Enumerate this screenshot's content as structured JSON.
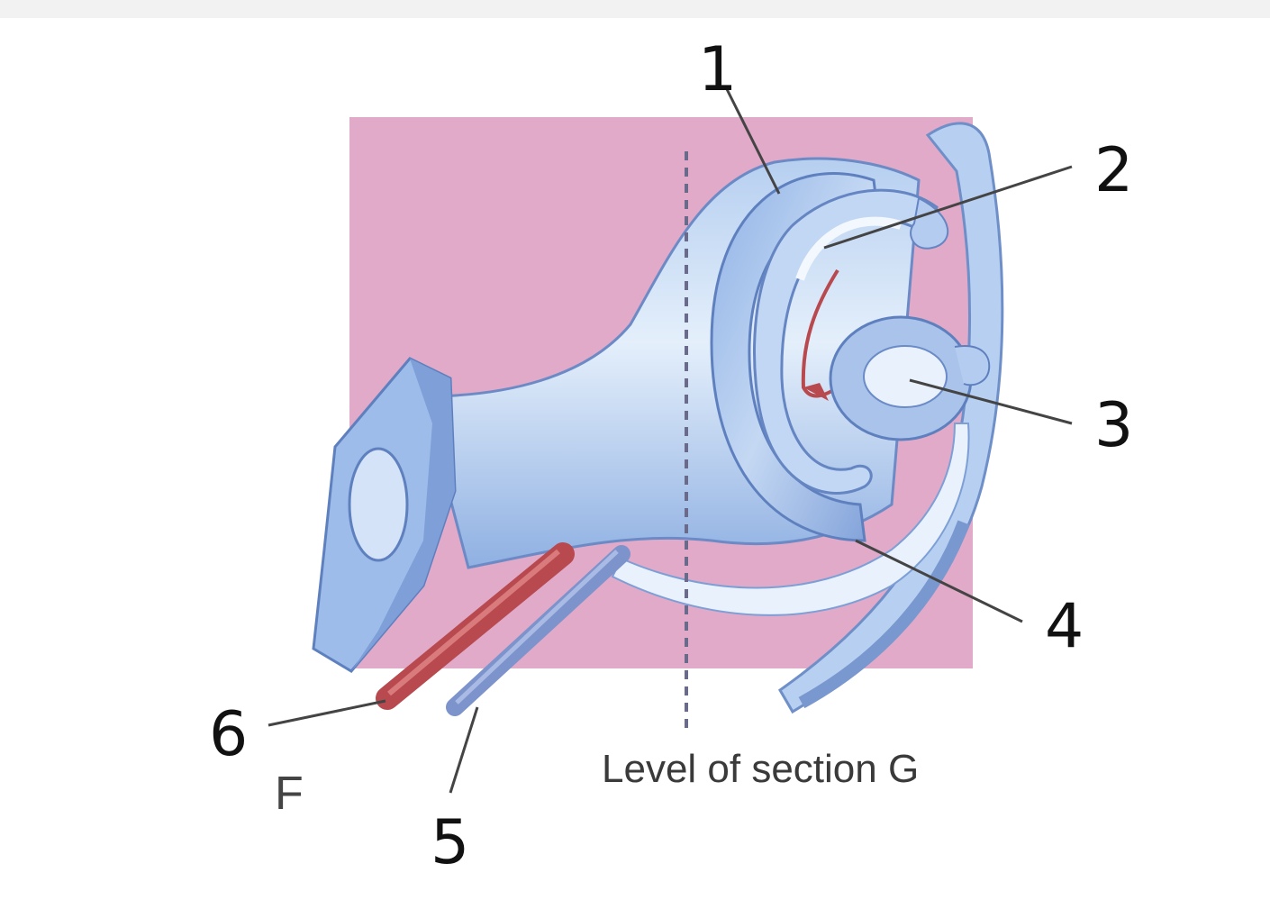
{
  "panel_letter": "F",
  "section_caption": "Level of section G",
  "labels": {
    "l1": "1",
    "l2": "2",
    "l3": "3",
    "l4": "4",
    "l5": "5",
    "l6": "6"
  },
  "colors": {
    "background_square": "#e0aac8",
    "tissue_light": "#c9dcf3",
    "tissue_mid": "#a8c4ea",
    "tissue_dark": "#7d9fd6",
    "artery": "#b84a4f",
    "vein": "#7d93cc",
    "leader_line": "#444444"
  }
}
